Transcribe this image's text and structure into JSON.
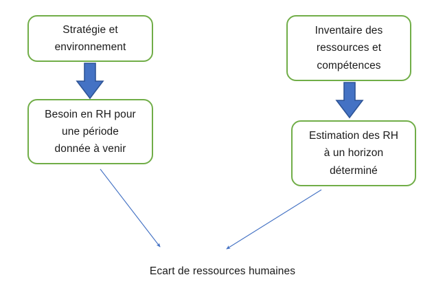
{
  "diagram": {
    "title_caption": "Ecart de ressources humaines",
    "colors": {
      "node_border": "#70AD47",
      "node_fill": "#FFFFFF",
      "block_arrow_fill": "#4472C4",
      "block_arrow_stroke": "#2E5496",
      "connector_line": "#4472C4",
      "text": "#191919",
      "background": "#FFFFFF"
    },
    "nodes": {
      "strategie": {
        "lines": [
          "Stratégie et",
          "environnement"
        ],
        "line1": "Stratégie et",
        "line2": "environnement"
      },
      "besoin": {
        "lines": [
          "Besoin en RH pour",
          "une période",
          "donnée à venir"
        ],
        "line1": "Besoin en RH pour",
        "line2": "une période",
        "line3": "donnée à venir"
      },
      "inventaire": {
        "lines": [
          "Inventaire des",
          "ressources et",
          "compétences"
        ],
        "line1": "Inventaire des",
        "line2": "ressources et",
        "line3": "compétences"
      },
      "estimation": {
        "lines": [
          "Estimation des RH",
          "à un horizon",
          "déterminé"
        ],
        "line1": "Estimation des RH",
        "line2": "à un horizon",
        "line3": "déterminé"
      }
    },
    "connectors": {
      "block_arrow_left": {
        "icon": "down-block-arrow-icon",
        "from": "strategie",
        "to": "besoin",
        "direction": "down"
      },
      "block_arrow_right": {
        "icon": "down-block-arrow-icon",
        "from": "inventaire",
        "to": "estimation",
        "direction": "down"
      },
      "thin_arrow_left": {
        "icon": "diagonal-arrow-icon",
        "from": "besoin",
        "to": "caption",
        "direction": "down-right"
      },
      "thin_arrow_right": {
        "icon": "diagonal-arrow-icon",
        "from": "estimation",
        "to": "caption",
        "direction": "down-left"
      }
    }
  }
}
